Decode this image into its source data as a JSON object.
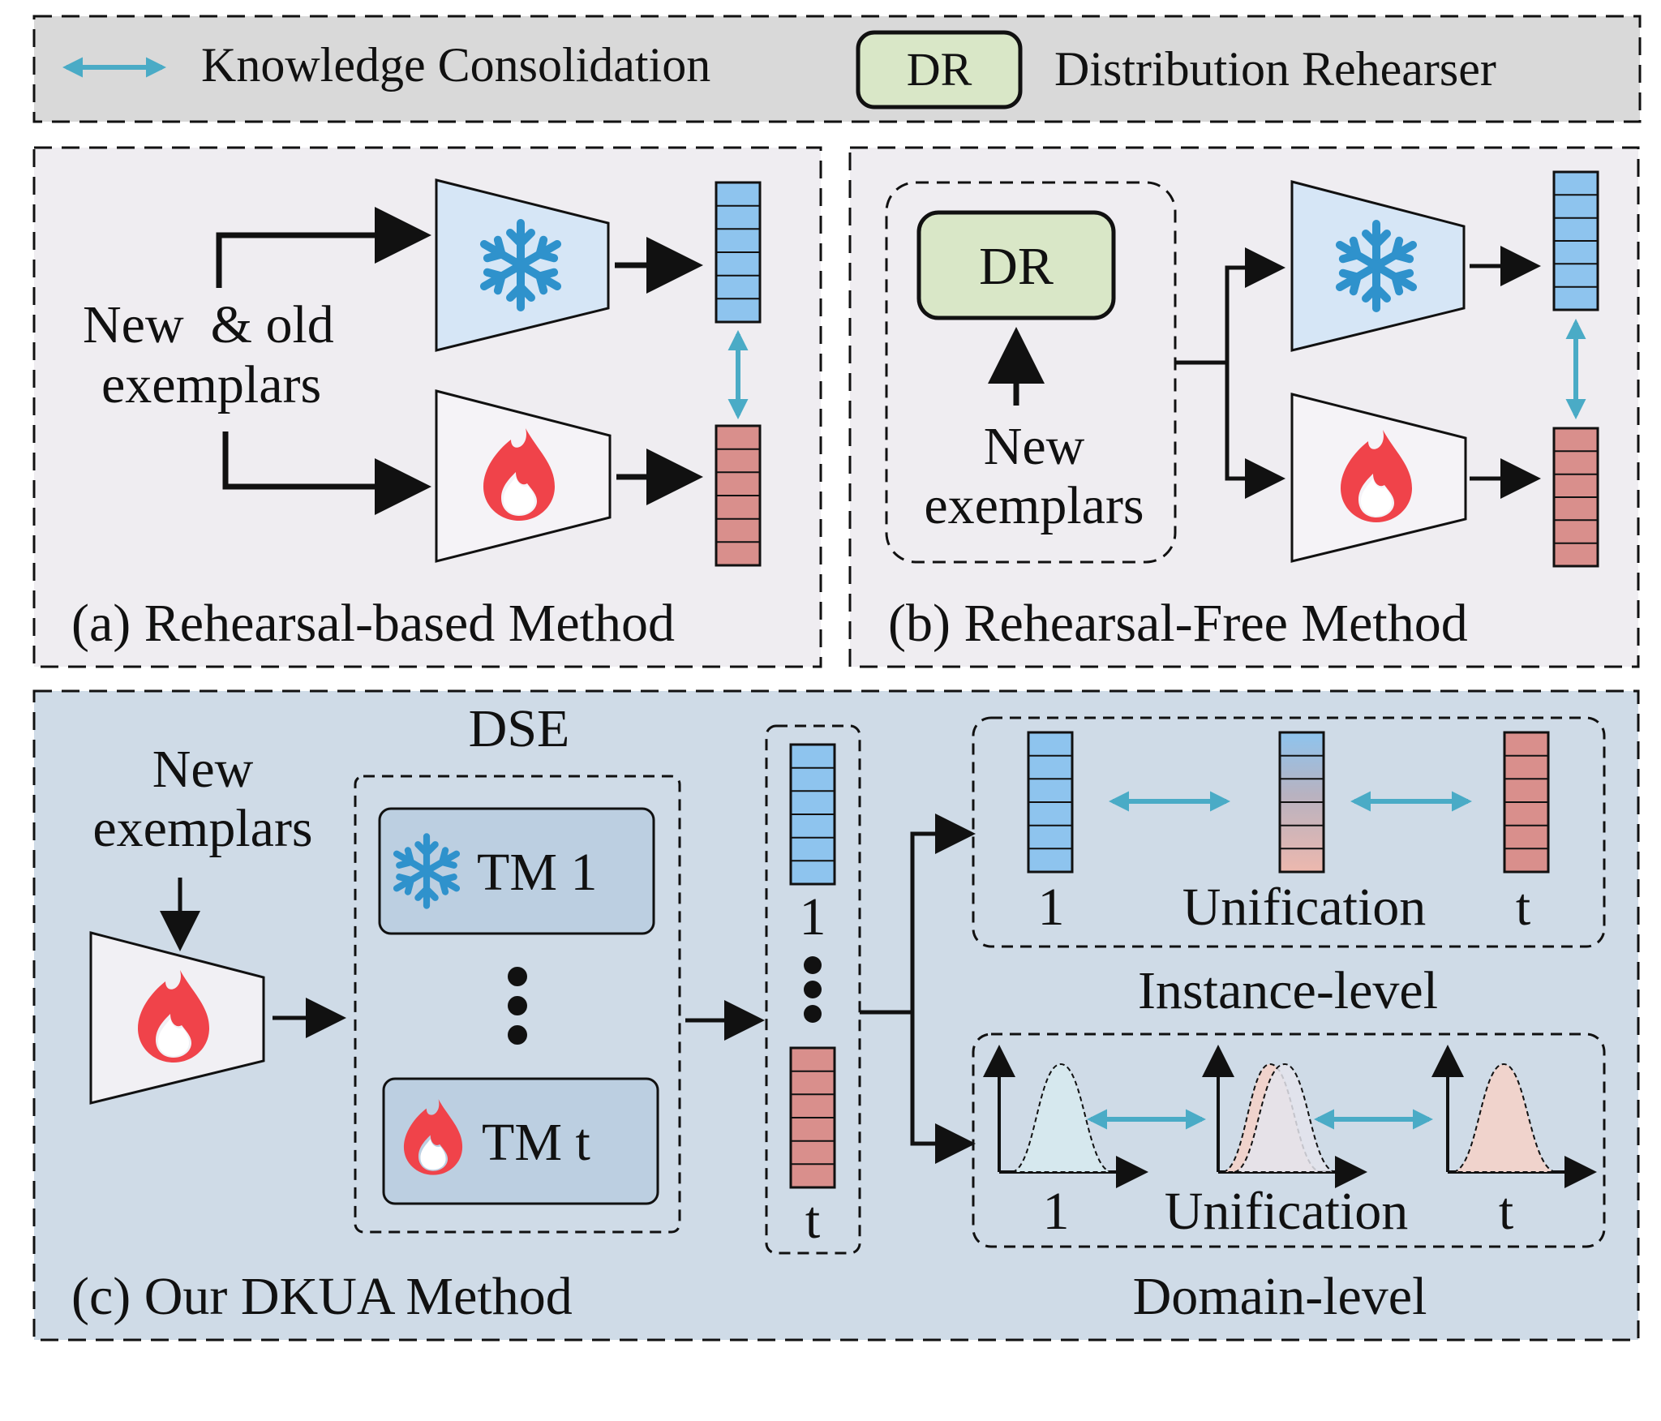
{
  "legend": {
    "consolidation_label": "Knowledge Consolidation",
    "dr_box": "DR",
    "dr_label": "Distribution Rehearser"
  },
  "panel_a": {
    "input_line1": "New  & old",
    "input_line2": "exemplars",
    "caption": "(a) Rehearsal-based Method"
  },
  "panel_b": {
    "dr_box": "DR",
    "input_line1": "New",
    "input_line2": "exemplars",
    "caption": "(b) Rehearsal-Free Method"
  },
  "panel_c": {
    "input_line1": "New",
    "input_line2": "exemplars",
    "dse_title": "DSE",
    "tm_first": "TM 1",
    "tm_last": "TM t",
    "feat_first": "1",
    "feat_last": "t",
    "inst_first": "1",
    "inst_mid": "Unification",
    "inst_last": "t",
    "inst_title": "Instance-level",
    "dom_first": "1",
    "dom_mid": "Unification",
    "dom_last": "t",
    "dom_title": "Domain-level",
    "caption": "(c) Our DKUA Method"
  },
  "colors": {
    "consolidation_arrow": "#4aabc6",
    "frozen_vector": "#8ec4ee",
    "trainable_vector": "#d98f8c",
    "frozen_icon": "#2f92cc",
    "flame_icon": "#f0434a",
    "dr_box_fill": "#d9e7c7",
    "legend_bg": "#d9d9d9",
    "panel_ab_bg": "#efedf1",
    "panel_c_bg": "#cfdbe7"
  }
}
